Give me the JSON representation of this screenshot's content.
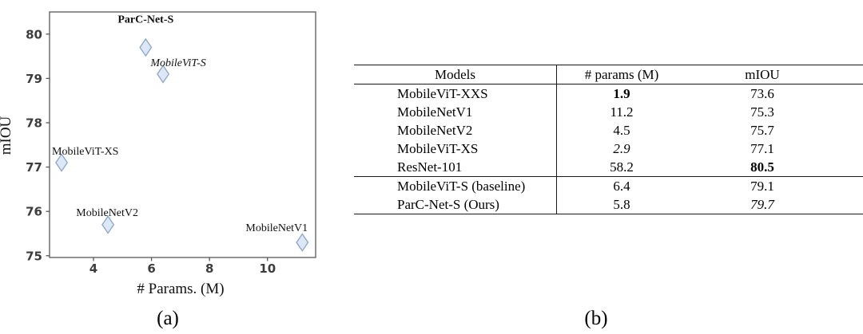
{
  "figure": {
    "caption_a": "(a)",
    "caption_b": "(b)"
  },
  "chart_data": {
    "type": "scatter",
    "title": "",
    "xlabel": "# Params. (M)",
    "ylabel": "mIOU",
    "xlim": [
      2.485,
      11.66
    ],
    "ylim": [
      74.96,
      80.5
    ],
    "xticks": [
      "4",
      "6",
      "8",
      "10"
    ],
    "yticks": [
      "75",
      "76",
      "77",
      "78",
      "79",
      "80"
    ],
    "grid": false,
    "legend": "none",
    "marker": {
      "shape": "thin-diamond",
      "fill": "#dde8f6",
      "stroke": "#8aa5c8"
    },
    "axis_color": "#58585a",
    "points": [
      {
        "label": "ParC-Net-S",
        "x": 5.8,
        "y": 79.7,
        "label_style": "bold",
        "label_anchor": "middle",
        "label_dx": 0,
        "label_dy": -31
      },
      {
        "label": "MobileViT-S",
        "x": 6.4,
        "y": 79.1,
        "label_style": "italic",
        "label_anchor": "middle",
        "label_dx": 19,
        "label_dy": -10
      },
      {
        "label": "MobileViT-XS",
        "x": 2.9,
        "y": 77.1,
        "label_style": "normal",
        "label_anchor": "start",
        "label_dx": -12,
        "label_dy": -10
      },
      {
        "label": "MobileNetV2",
        "x": 4.5,
        "y": 75.7,
        "label_style": "normal",
        "label_anchor": "middle",
        "label_dx": -1,
        "label_dy": -11
      },
      {
        "label": "MobileNetV1",
        "x": 11.2,
        "y": 75.3,
        "label_style": "normal",
        "label_anchor": "middle",
        "label_dx": -32,
        "label_dy": -14
      }
    ]
  },
  "table": {
    "headers": [
      "Models",
      "# params (M)",
      "mIOU"
    ],
    "rows": [
      {
        "model": "MobileViT-XXS",
        "params": "1.9",
        "params_style": "bold",
        "miou": "73.6",
        "miou_style": "normal",
        "group": 1
      },
      {
        "model": "MobileNetV1",
        "params": "11.2",
        "params_style": "normal",
        "miou": "75.3",
        "miou_style": "normal",
        "group": 1
      },
      {
        "model": "MobileNetV2",
        "params": "4.5",
        "params_style": "normal",
        "miou": "75.7",
        "miou_style": "normal",
        "group": 1
      },
      {
        "model": "MobileViT-XS",
        "params": "2.9",
        "params_style": "italic",
        "miou": "77.1",
        "miou_style": "normal",
        "group": 1
      },
      {
        "model": "ResNet-101",
        "params": "58.2",
        "params_style": "normal",
        "miou": "80.5",
        "miou_style": "bold",
        "group": 1
      },
      {
        "model": "MobileViT-S (baseline)",
        "params": "6.4",
        "params_style": "normal",
        "miou": "79.1",
        "miou_style": "normal",
        "group": 2
      },
      {
        "model": "ParC-Net-S (Ours)",
        "params": "5.8",
        "params_style": "normal",
        "miou": "79.7",
        "miou_style": "italic",
        "group": 2
      }
    ]
  }
}
